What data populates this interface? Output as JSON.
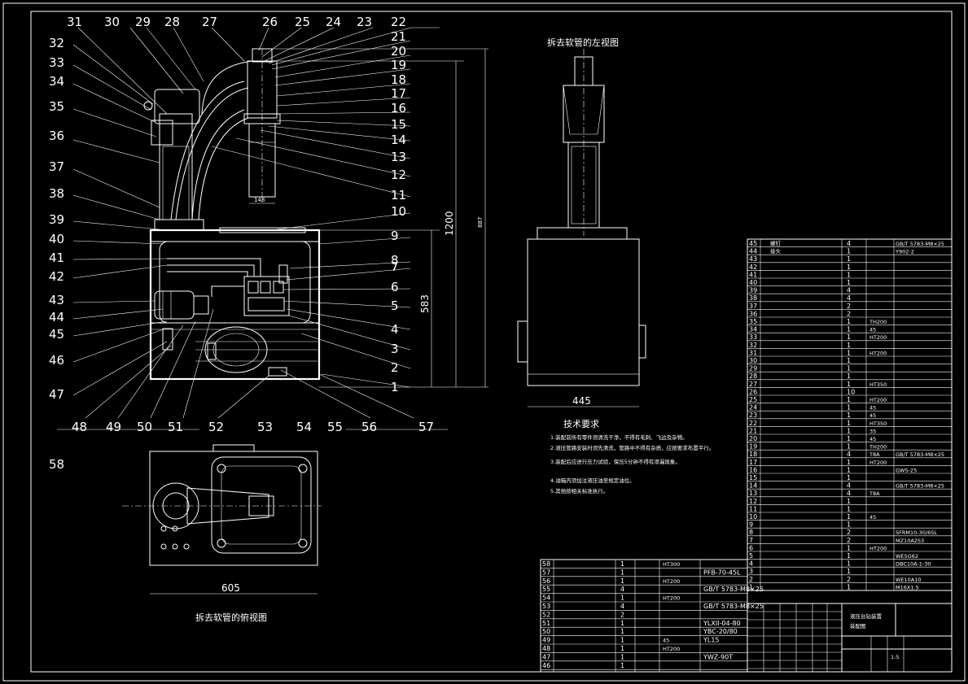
{
  "drawing": {
    "views": {
      "left_view_caption": "拆去软管的左视图",
      "top_view_caption": "拆去软管的俯视图"
    },
    "dimensions": {
      "overall_height": "1200",
      "tank_height": "583",
      "depth": "445",
      "width": "605",
      "alt_height": "887",
      "inner_width": "148"
    },
    "technical_requirements": {
      "title": "技术要求",
      "items": [
        "1.装配前所有零件须清洗干净，不得有毛刺、飞边及杂物。",
        "2.液压管路安装时须先清洗，管路中不得有杂质，应按要求布置平行。",
        "3.装配后应进行压力试验，保压5分钟不得有渗漏现象。",
        "4.油箱内须加注液压油至规定油位。",
        "5.其他按相关标准执行。"
      ]
    },
    "balloons": [
      "1",
      "2",
      "3",
      "4",
      "5",
      "6",
      "7",
      "8",
      "9",
      "10",
      "11",
      "12",
      "13",
      "14",
      "15",
      "16",
      "17",
      "18",
      "19",
      "20",
      "21",
      "22",
      "23",
      "24",
      "25",
      "26",
      "27",
      "28",
      "29",
      "30",
      "31",
      "32",
      "33",
      "34",
      "35",
      "36",
      "37",
      "38",
      "39",
      "40",
      "41",
      "42",
      "43",
      "44",
      "45",
      "46",
      "47",
      "48",
      "49",
      "50",
      "51",
      "52",
      "53",
      "54",
      "55",
      "56",
      "57",
      "58"
    ],
    "bom_right": [
      {
        "no": "45",
        "name": "螺钉",
        "qty": "4",
        "mat": "",
        "std": "GB/T 5783-M8×25"
      },
      {
        "no": "44",
        "name": "接头",
        "qty": "1",
        "mat": "",
        "std": "Y902-2"
      },
      {
        "no": "43",
        "name": "",
        "qty": "1",
        "mat": "",
        "std": ""
      },
      {
        "no": "42",
        "name": "",
        "qty": "1",
        "mat": "",
        "std": ""
      },
      {
        "no": "41",
        "name": "",
        "qty": "1",
        "mat": "",
        "std": ""
      },
      {
        "no": "40",
        "name": "",
        "qty": "1",
        "mat": "",
        "std": ""
      },
      {
        "no": "39",
        "name": "",
        "qty": "4",
        "mat": "",
        "std": ""
      },
      {
        "no": "38",
        "name": "",
        "qty": "4",
        "mat": "",
        "std": ""
      },
      {
        "no": "37",
        "name": "",
        "qty": "2",
        "mat": "",
        "std": ""
      },
      {
        "no": "36",
        "name": "",
        "qty": "2",
        "mat": "",
        "std": ""
      },
      {
        "no": "35",
        "name": "",
        "qty": "1",
        "mat": "TH200",
        "std": ""
      },
      {
        "no": "34",
        "name": "",
        "qty": "1",
        "mat": "45",
        "std": ""
      },
      {
        "no": "33",
        "name": "",
        "qty": "1",
        "mat": "HT200",
        "std": ""
      },
      {
        "no": "32",
        "name": "",
        "qty": "1",
        "mat": "",
        "std": ""
      },
      {
        "no": "31",
        "name": "",
        "qty": "1",
        "mat": "HT200",
        "std": ""
      },
      {
        "no": "30",
        "name": "",
        "qty": "1",
        "mat": "",
        "std": ""
      },
      {
        "no": "29",
        "name": "",
        "qty": "1",
        "mat": "",
        "std": ""
      },
      {
        "no": "28",
        "name": "",
        "qty": "1",
        "mat": "",
        "std": ""
      },
      {
        "no": "27",
        "name": "",
        "qty": "1",
        "mat": "HT350",
        "std": ""
      },
      {
        "no": "26",
        "name": "",
        "qty": "10",
        "mat": "",
        "std": ""
      },
      {
        "no": "25",
        "name": "",
        "qty": "1",
        "mat": "HT200",
        "std": ""
      },
      {
        "no": "24",
        "name": "",
        "qty": "1",
        "mat": "45",
        "std": ""
      },
      {
        "no": "23",
        "name": "",
        "qty": "1",
        "mat": "45",
        "std": ""
      },
      {
        "no": "22",
        "name": "",
        "qty": "1",
        "mat": "HT350",
        "std": ""
      },
      {
        "no": "21",
        "name": "",
        "qty": "1",
        "mat": "35",
        "std": ""
      },
      {
        "no": "20",
        "name": "",
        "qty": "1",
        "mat": "45",
        "std": ""
      },
      {
        "no": "19",
        "name": "",
        "qty": "1",
        "mat": "TH200",
        "std": ""
      },
      {
        "no": "18",
        "name": "",
        "qty": "4",
        "mat": "T8A",
        "std": "GB/T 5783-M8×25"
      },
      {
        "no": "17",
        "name": "",
        "qty": "1",
        "mat": "HT200",
        "std": ""
      },
      {
        "no": "16",
        "name": "",
        "qty": "1",
        "mat": "",
        "std": "GWS-25"
      },
      {
        "no": "15",
        "name": "",
        "qty": "1",
        "mat": "",
        "std": ""
      },
      {
        "no": "14",
        "name": "",
        "qty": "4",
        "mat": "",
        "std": "GB/T 5783-M8×25"
      },
      {
        "no": "13",
        "name": "",
        "qty": "4",
        "mat": "T8A",
        "std": ""
      },
      {
        "no": "12",
        "name": "",
        "qty": "1",
        "mat": "",
        "std": ""
      },
      {
        "no": "11",
        "name": "",
        "qty": "1",
        "mat": "",
        "std": ""
      },
      {
        "no": "10",
        "name": "",
        "qty": "1",
        "mat": "45",
        "std": ""
      },
      {
        "no": "9",
        "name": "",
        "qty": "1",
        "mat": "",
        "std": ""
      },
      {
        "no": "8",
        "name": "",
        "qty": "2",
        "mat": "",
        "std": "SFRM10-30/6SL"
      },
      {
        "no": "7",
        "name": "",
        "qty": "2",
        "mat": "",
        "std": "MZ10A2S3"
      },
      {
        "no": "6",
        "name": "",
        "qty": "1",
        "mat": "HT200",
        "std": ""
      },
      {
        "no": "5",
        "name": "",
        "qty": "1",
        "mat": "",
        "std": "WE5G62"
      },
      {
        "no": "4",
        "name": "",
        "qty": "1",
        "mat": "",
        "std": "DBC10A-1-30"
      },
      {
        "no": "3",
        "name": "",
        "qty": "1",
        "mat": "",
        "std": ""
      },
      {
        "no": "2",
        "name": "",
        "qty": "2",
        "mat": "",
        "std": "WE10A10"
      },
      {
        "no": "1",
        "name": "",
        "qty": "1",
        "mat": "",
        "std": "M16X1.5"
      }
    ],
    "bom_left": [
      {
        "no": "58",
        "name": "",
        "qty": "1",
        "mat": "HT300",
        "std": ""
      },
      {
        "no": "57",
        "name": "",
        "qty": "1",
        "mat": "",
        "std": "PFB-70-45L"
      },
      {
        "no": "56",
        "name": "",
        "qty": "1",
        "mat": "HT200",
        "std": ""
      },
      {
        "no": "55",
        "name": "",
        "qty": "4",
        "mat": "",
        "std": "GB/T 5783-M8×25"
      },
      {
        "no": "54",
        "name": "",
        "qty": "1",
        "mat": "HT200",
        "std": ""
      },
      {
        "no": "53",
        "name": "",
        "qty": "4",
        "mat": "",
        "std": "GB/T 5783-M8×25"
      },
      {
        "no": "52",
        "name": "",
        "qty": "2",
        "mat": "",
        "std": ""
      },
      {
        "no": "51",
        "name": "",
        "qty": "1",
        "mat": "",
        "std": "YLXII-04-80"
      },
      {
        "no": "50",
        "name": "",
        "qty": "1",
        "mat": "",
        "std": "YBC-20/80"
      },
      {
        "no": "49",
        "name": "",
        "qty": "1",
        "mat": "45",
        "std": "YL15"
      },
      {
        "no": "48",
        "name": "",
        "qty": "1",
        "mat": "HT200",
        "std": ""
      },
      {
        "no": "47",
        "name": "",
        "qty": "1",
        "mat": "",
        "std": "YWZ-90T"
      },
      {
        "no": "46",
        "name": "",
        "qty": "1",
        "mat": "",
        "std": ""
      }
    ],
    "title_block": {
      "project": "液压台钻装置",
      "drawing": "装配图",
      "scale": "1:5"
    }
  }
}
